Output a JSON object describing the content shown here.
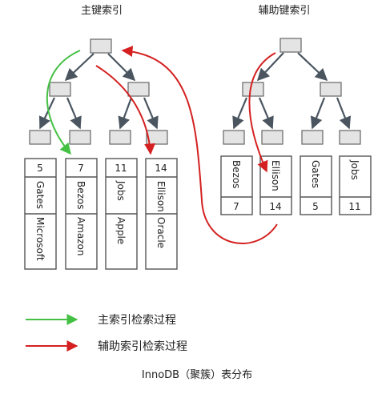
{
  "titles": {
    "primary": "主键索引",
    "secondary": "辅助键索引"
  },
  "primary_index": {
    "columns": [
      {
        "id": "5",
        "name": "Gates",
        "company": "Microsoft"
      },
      {
        "id": "7",
        "name": "Bezos",
        "company": "Amazon"
      },
      {
        "id": "11",
        "name": "Jobs",
        "company": "Apple"
      },
      {
        "id": "14",
        "name": "Ellison",
        "company": "Oracle"
      }
    ]
  },
  "secondary_index": {
    "columns": [
      {
        "name": "Bezos",
        "id": "7"
      },
      {
        "name": "Ellison",
        "id": "14"
      },
      {
        "name": "Gates",
        "id": "5"
      },
      {
        "name": "Jobs",
        "id": "11"
      }
    ]
  },
  "legend": {
    "green_label": "主索引检索过程",
    "red_label": "辅助索引检索过程"
  },
  "caption": "InnoDB（聚簇）表分布",
  "colors": {
    "node_fill": "#e4e4e4",
    "node_stroke": "#666666",
    "tree_edge": "#4a5560",
    "green_path": "#44c044",
    "red_path": "#d42020"
  }
}
